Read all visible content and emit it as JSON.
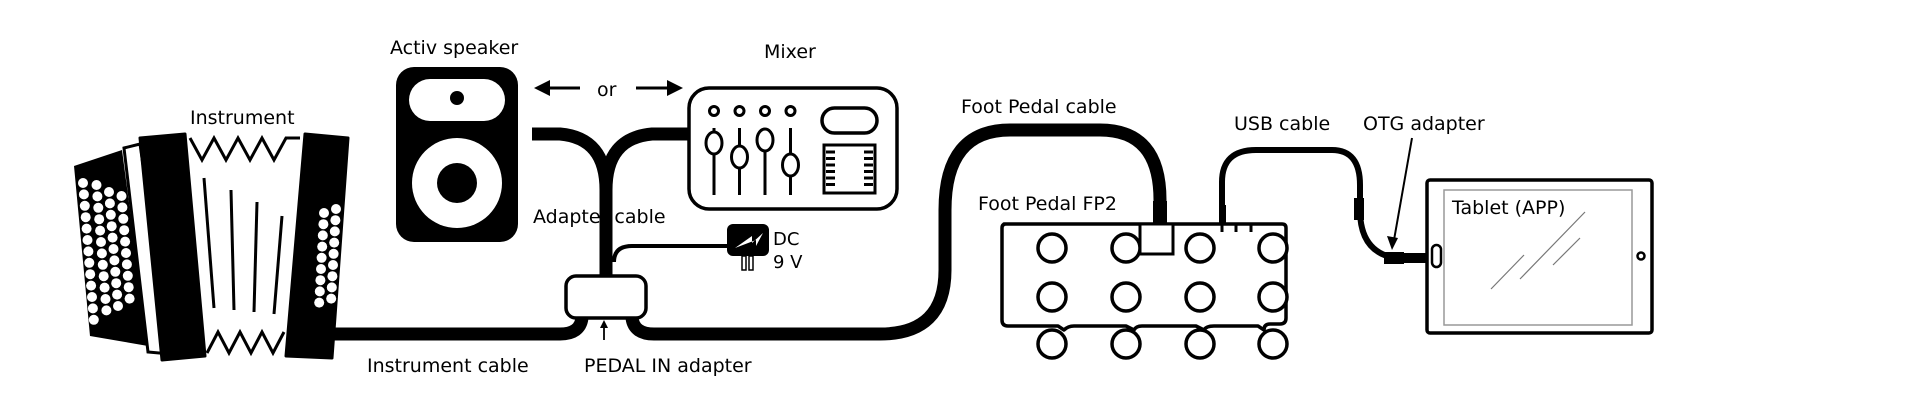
{
  "diagram": {
    "title": "Foot Pedal FP2 connection diagram",
    "colors": {
      "ink": "#000000",
      "background": "#ffffff",
      "screen_border": "#999999"
    },
    "labels": {
      "instrument": "Instrument",
      "activ_speaker": "Activ speaker",
      "or": "or",
      "mixer": "Mixer",
      "adapter_cable": "Adapter cable",
      "dc": "DC",
      "nine_v": "9 V",
      "instrument_cable": "Instrument cable",
      "pedal_in_adapter": "PEDAL IN adapter",
      "foot_pedal_cable": "Foot Pedal cable",
      "foot_pedal_fp2": "Foot Pedal FP2",
      "usb_cable": "USB cable",
      "otg_adapter": "OTG adapter",
      "tablet_app": "Tablet (APP)"
    },
    "components": [
      {
        "id": "instrument",
        "type": "accordion",
        "icon": "accordion-icon"
      },
      {
        "id": "activ_speaker",
        "type": "speaker",
        "icon": "speaker-icon"
      },
      {
        "id": "mixer",
        "type": "mixer",
        "icon": "mixer-icon",
        "faders": 4
      },
      {
        "id": "pedal_in_adapter",
        "type": "adapter",
        "icon": "adapter-box-icon"
      },
      {
        "id": "dc_power",
        "type": "power-supply",
        "icon": "power-plug-icon"
      },
      {
        "id": "foot_pedal_fp2",
        "type": "foot-pedal",
        "icon": "foot-pedal-icon",
        "switches": 12
      },
      {
        "id": "tablet",
        "type": "tablet",
        "icon": "tablet-icon"
      }
    ],
    "connections": [
      {
        "from": "instrument",
        "to": "pedal_in_adapter",
        "label": "Instrument cable"
      },
      {
        "from": "pedal_in_adapter",
        "to": "activ_speaker",
        "label": "Adapter cable"
      },
      {
        "from": "pedal_in_adapter",
        "to": "mixer",
        "label": "Adapter cable"
      },
      {
        "from": "dc_power",
        "to": "pedal_in_adapter",
        "label": "DC 9 V"
      },
      {
        "from": "pedal_in_adapter",
        "to": "foot_pedal_fp2",
        "label": "Foot Pedal cable"
      },
      {
        "from": "foot_pedal_fp2",
        "to": "tablet",
        "label": "USB cable",
        "via": "OTG adapter"
      }
    ]
  }
}
